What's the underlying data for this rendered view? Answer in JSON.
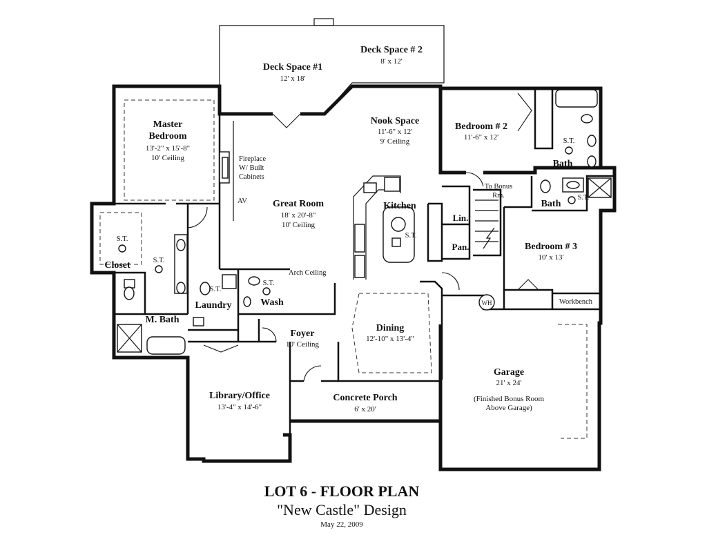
{
  "rooms": {
    "deck1": {
      "name": "Deck Space #1",
      "dim": "12' x 18'"
    },
    "deck2": {
      "name": "Deck Space # 2",
      "dim": "8' x 12'"
    },
    "master": {
      "name1": "Master",
      "name2": "Bedroom",
      "dim": "13'-2\" x 15'-8\"",
      "ceiling": "10' Ceiling"
    },
    "nook": {
      "name": "Nook Space",
      "dim": "11'-6\" x 12'",
      "ceiling": "9' Ceiling"
    },
    "bed2": {
      "name": "Bedroom # 2",
      "dim": "11'-6\" x 12'"
    },
    "bath2": {
      "name": "Bath"
    },
    "bath3": {
      "name": "Bath"
    },
    "great": {
      "name": "Great Room",
      "dim": "18' x 20'-8\"",
      "ceiling": "10' Ceiling"
    },
    "kitchen": {
      "name": "Kitchen"
    },
    "bed3": {
      "name": "Bedroom # 3",
      "dim": "10' x 13'"
    },
    "closet": {
      "name": "Closet"
    },
    "mbath": {
      "name": "M. Bath"
    },
    "laundry": {
      "name": "Laundry"
    },
    "wash": {
      "name": "Wash"
    },
    "foyer": {
      "name": "Foyer",
      "ceiling": "10' Ceiling"
    },
    "dining": {
      "name": "Dining",
      "dim": "12'-10\" x 13'-4\""
    },
    "garage": {
      "name": "Garage",
      "dim": "21' x 24'",
      "note1": "(Finished Bonus Room",
      "note2": "Above Garage)"
    },
    "library": {
      "name": "Library/Office",
      "dim": "13'-4\" x 14'-6\""
    },
    "porch": {
      "name": "Concrete Porch",
      "dim": "6' x 20'"
    },
    "lin": {
      "name": "Lin."
    },
    "pan": {
      "name": "Pan."
    }
  },
  "labels": {
    "fireplace1": "Fireplace",
    "fireplace2": "W/ Built",
    "fireplace3": "Cabinets",
    "av": "AV",
    "arch": "Arch Ceiling",
    "bonus1": "To Bonus",
    "bonus2": "Rm.",
    "workbench": "Workbench",
    "wh": "WH",
    "st": "S.T."
  },
  "title": {
    "main": "LOT 6 - FLOOR PLAN",
    "sub": "\"New Castle\" Design",
    "date": "May 22, 2009"
  }
}
